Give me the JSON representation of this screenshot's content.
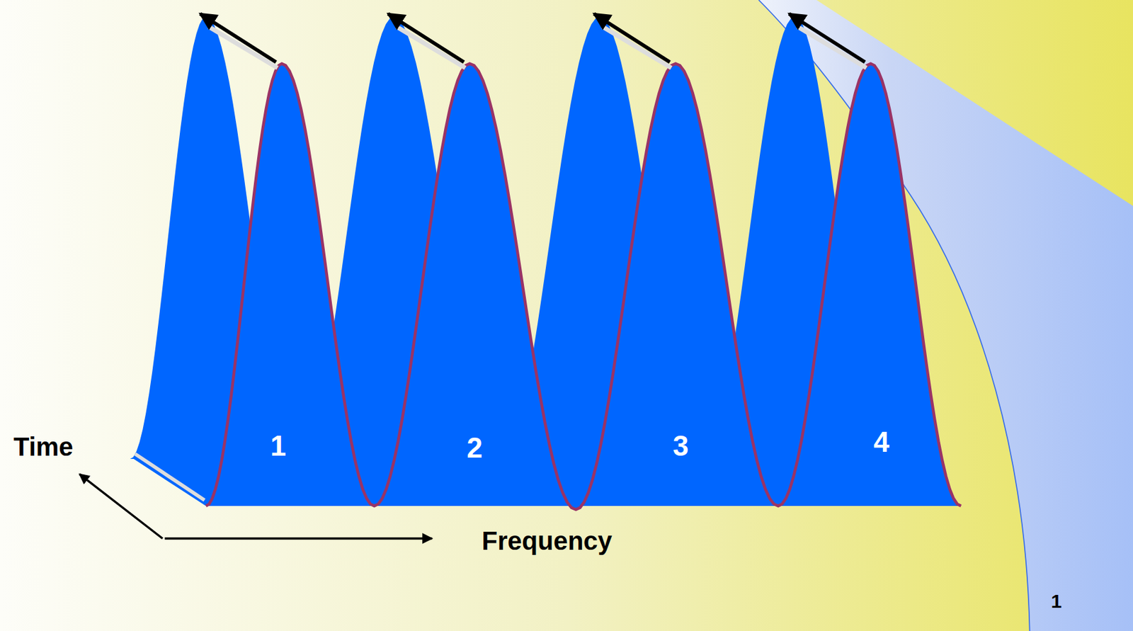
{
  "diagram": {
    "nodes": [
      {
        "text": [
          "1"
        ]
      },
      {
        "text": [
          "2"
        ]
      },
      {
        "text": [
          "3"
        ]
      },
      {
        "text": [
          "4"
        ]
      }
    ],
    "labels": [
      "Time",
      "Frequency",
      "1"
    ]
  }
}
